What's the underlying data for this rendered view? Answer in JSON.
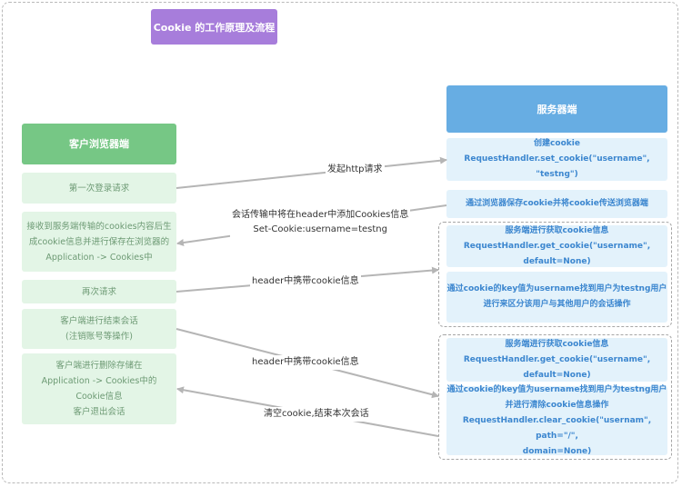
{
  "title": "Cookie 的工作原理及流程",
  "client": {
    "header": "客户浏览器端",
    "steps": [
      "第一次登录请求",
      "接收到服务端传输的cookies内容后生\n成cookie信息并进行保存在浏览器的\nApplication -> Cookies中",
      "再次请求",
      "客户端进行结束会话\n(注销账号等操作)",
      "客户端进行删除存储在\nApplication -> Cookies中的\nCookie信息\n客户退出会话"
    ]
  },
  "server": {
    "header": "服务器端",
    "steps": [
      "创建cookie\nRequestHandler.set_cookie(\"username\", \"testng\")",
      "通过浏览器保存cookie并将cookie传送浏览器端",
      "服务端进行获取cookie信息\nRequestHandler.get_cookie(\"username\",\ndefault=None)",
      "通过cookie的key值为username找到用户为testng用户\n进行来区分该用户与其他用户的会话操作",
      "服务端进行获取cookie信息\nRequestHandler.get_cookie(\"username\",\ndefault=None)",
      "通过cookie的key值为username找到用户为testng用户\n并进行清除cookie信息操作\nRequestHandler.clear_cookie(\"usernam\", path=\"/\",\ndomain=None)"
    ]
  },
  "arrows": {
    "a1": "发起http请求",
    "a2": "会话传输中将在header中添加Cookies信息\nSet-Cookie:username=testng",
    "a3": "header中携带cookie信息",
    "a4": "header中携带cookie信息",
    "a5": "清空cookie,结束本次会话"
  },
  "colors": {
    "client_header": "#76c785",
    "client_box": "#e3f5e6",
    "server_header": "#67ade3",
    "server_box": "#e3f2fb",
    "title_bg": "#a77ddb",
    "arrow": "#b5b5b5"
  }
}
